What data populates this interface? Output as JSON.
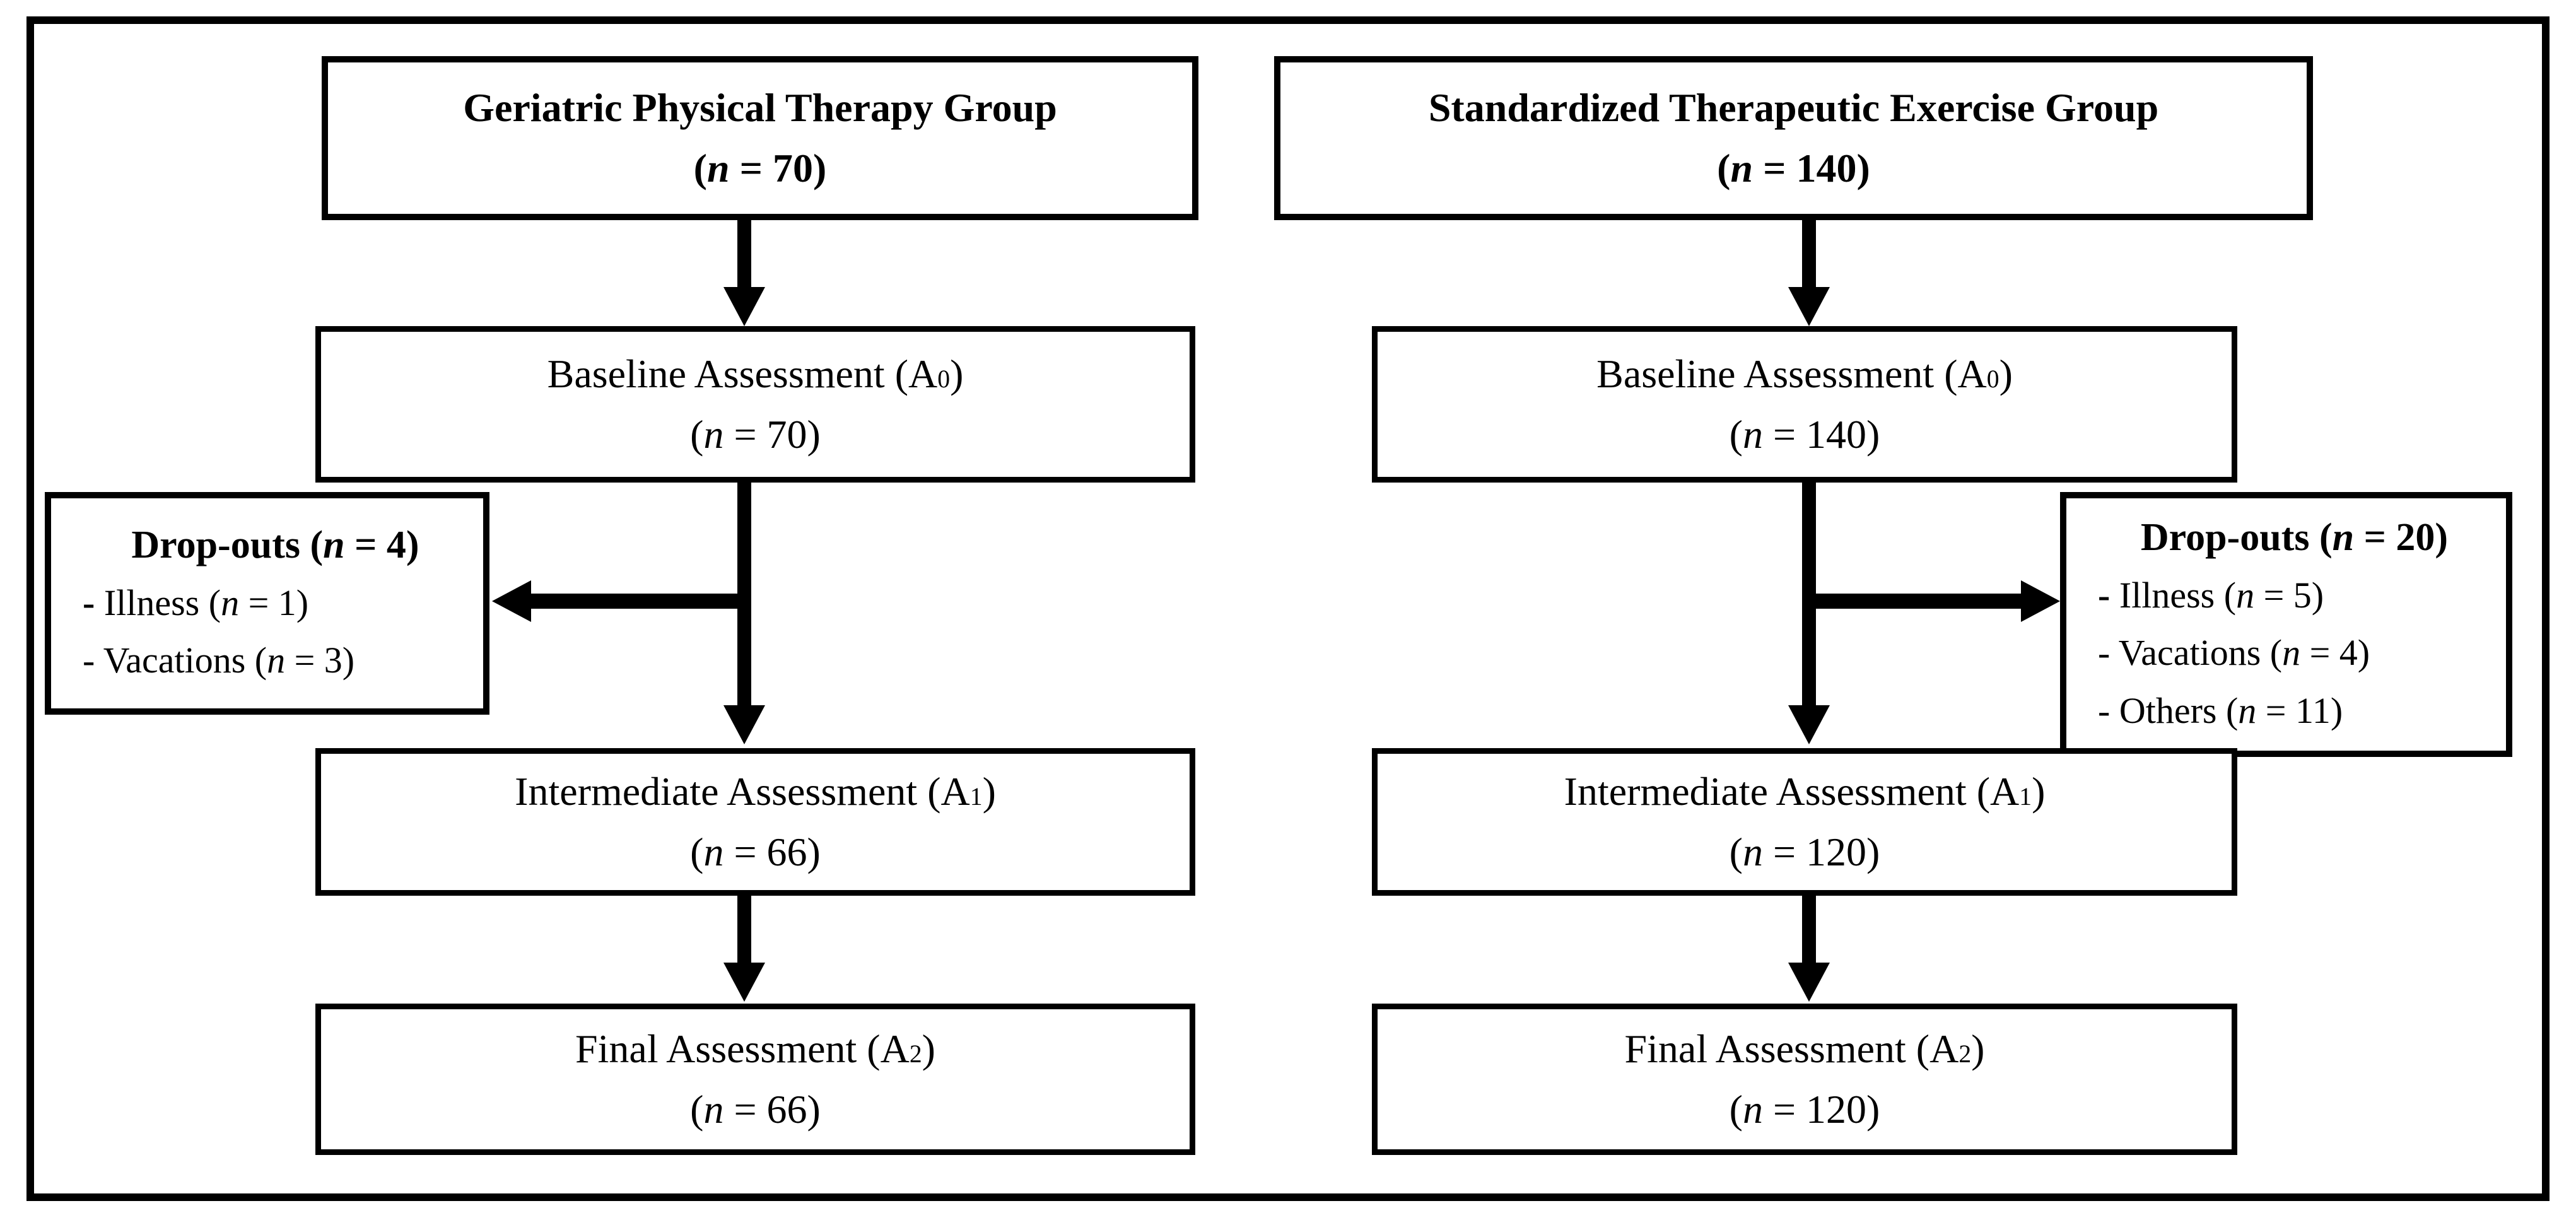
{
  "figure": {
    "colors": {
      "line": "#000000",
      "background": "#ffffff"
    },
    "left_column": {
      "group_box": {
        "title": "Geriatric Physical Therapy Group",
        "n_open": "(",
        "n_symbol": "n",
        "n_rest": " = 70)"
      },
      "baseline_box": {
        "title_pre": "Baseline Assessment (A",
        "title_sub": "0",
        "title_post": ")",
        "n_open": "(",
        "n_symbol": "n",
        "n_rest": " = 70)"
      },
      "dropouts_box": {
        "title_pre": "Drop-outs (",
        "title_n": "n",
        "title_rest": " = 4)",
        "items": [
          {
            "dash": "-",
            "label": " Illness (",
            "n_symbol": "n",
            "tail": " = 1)"
          },
          {
            "dash": "-",
            "label": " Vacations (",
            "n_symbol": "n",
            "tail": " = 3)"
          }
        ]
      },
      "intermediate_box": {
        "title_pre": "Intermediate Assessment (A",
        "title_sub": "1",
        "title_post": ")",
        "n_open": "(",
        "n_symbol": "n",
        "n_rest": " = 66)"
      },
      "final_box": {
        "title_pre": "Final Assessment (A",
        "title_sub": "2",
        "title_post": ")",
        "n_open": "(",
        "n_symbol": "n",
        "n_rest": " = 66)"
      }
    },
    "right_column": {
      "group_box": {
        "title": "Standardized Therapeutic Exercise Group",
        "n_open": "(",
        "n_symbol": "n",
        "n_rest": " = 140)"
      },
      "baseline_box": {
        "title_pre": "Baseline Assessment (A",
        "title_sub": "0",
        "title_post": ")",
        "n_open": "(",
        "n_symbol": "n",
        "n_rest": " = 140)"
      },
      "dropouts_box": {
        "title_pre": "Drop-outs (",
        "title_n": "n",
        "title_rest": " = 20)",
        "items": [
          {
            "dash": "-",
            "label": " Illness (",
            "n_symbol": "n",
            "tail": " = 5)"
          },
          {
            "dash": "-",
            "label": " Vacations (",
            "n_symbol": "n",
            "tail": " = 4)"
          },
          {
            "dash": "-",
            "label": " Others (",
            "n_symbol": "n",
            "tail": " = 11)"
          }
        ]
      },
      "intermediate_box": {
        "title_pre": "Intermediate Assessment (A",
        "title_sub": "1",
        "title_post": ")",
        "n_open": "(",
        "n_symbol": "n",
        "n_rest": " = 120)"
      },
      "final_box": {
        "title_pre": "Final Assessment (A",
        "title_sub": "2",
        "title_post": ")",
        "n_open": "(",
        "n_symbol": "n",
        "n_rest": " = 120)"
      }
    }
  }
}
